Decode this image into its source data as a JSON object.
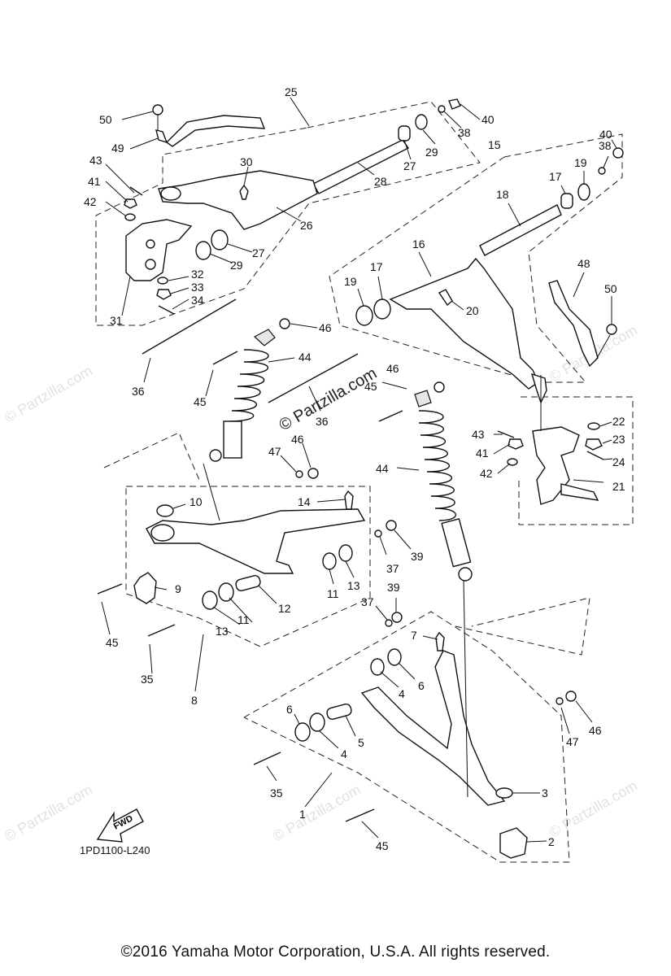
{
  "watermark": "© Partzilla.com",
  "fwd_label": "FWD",
  "diagram_code": "1PD1100-L240",
  "copyright": "©2016  Yamaha Motor Corporation, U.S.A. All rights reserved.",
  "callouts": [
    {
      "id": "c-25",
      "text": "25"
    },
    {
      "id": "c-50a",
      "text": "50"
    },
    {
      "id": "c-49",
      "text": "49"
    },
    {
      "id": "c-40a",
      "text": "40"
    },
    {
      "id": "c-38a",
      "text": "38"
    },
    {
      "id": "c-29a",
      "text": "29"
    },
    {
      "id": "c-27a",
      "text": "27"
    },
    {
      "id": "c-28",
      "text": "28"
    },
    {
      "id": "c-30",
      "text": "30"
    },
    {
      "id": "c-43a",
      "text": "43"
    },
    {
      "id": "c-41a",
      "text": "41"
    },
    {
      "id": "c-42a",
      "text": "42"
    },
    {
      "id": "c-26",
      "text": "26"
    },
    {
      "id": "c-27b",
      "text": "27"
    },
    {
      "id": "c-29b",
      "text": "29"
    },
    {
      "id": "c-32",
      "text": "32"
    },
    {
      "id": "c-33",
      "text": "33"
    },
    {
      "id": "c-34",
      "text": "34"
    },
    {
      "id": "c-31",
      "text": "31"
    },
    {
      "id": "c-40b",
      "text": "40"
    },
    {
      "id": "c-38b",
      "text": "38"
    },
    {
      "id": "c-15",
      "text": "15"
    },
    {
      "id": "c-19a",
      "text": "19"
    },
    {
      "id": "c-17a",
      "text": "17"
    },
    {
      "id": "c-18",
      "text": "18"
    },
    {
      "id": "c-16",
      "text": "16"
    },
    {
      "id": "c-17b",
      "text": "17"
    },
    {
      "id": "c-19b",
      "text": "19"
    },
    {
      "id": "c-20",
      "text": "20"
    },
    {
      "id": "c-48",
      "text": "48"
    },
    {
      "id": "c-50b",
      "text": "50"
    },
    {
      "id": "c-46a",
      "text": "46"
    },
    {
      "id": "c-44a",
      "text": "44"
    },
    {
      "id": "c-36a",
      "text": "36"
    },
    {
      "id": "c-45a",
      "text": "45"
    },
    {
      "id": "c-36b",
      "text": "36"
    },
    {
      "id": "c-46b",
      "text": "46"
    },
    {
      "id": "c-45b",
      "text": "45"
    },
    {
      "id": "c-22",
      "text": "22"
    },
    {
      "id": "c-43b",
      "text": "43"
    },
    {
      "id": "c-23",
      "text": "23"
    },
    {
      "id": "c-41b",
      "text": "41"
    },
    {
      "id": "c-24",
      "text": "24"
    },
    {
      "id": "c-42b",
      "text": "42"
    },
    {
      "id": "c-21",
      "text": "21"
    },
    {
      "id": "c-47a",
      "text": "47"
    },
    {
      "id": "c-46c",
      "text": "46"
    },
    {
      "id": "c-44b",
      "text": "44"
    },
    {
      "id": "c-10",
      "text": "10"
    },
    {
      "id": "c-14",
      "text": "14"
    },
    {
      "id": "c-37a",
      "text": "37"
    },
    {
      "id": "c-39a",
      "text": "39"
    },
    {
      "id": "c-11a",
      "text": "11"
    },
    {
      "id": "c-13a",
      "text": "13"
    },
    {
      "id": "c-9",
      "text": "9"
    },
    {
      "id": "c-12",
      "text": "12"
    },
    {
      "id": "c-13b",
      "text": "13"
    },
    {
      "id": "c-11b",
      "text": "11"
    },
    {
      "id": "c-39b",
      "text": "39"
    },
    {
      "id": "c-37b",
      "text": "37"
    },
    {
      "id": "c-45c",
      "text": "45"
    },
    {
      "id": "c-35a",
      "text": "35"
    },
    {
      "id": "c-8",
      "text": "8"
    },
    {
      "id": "c-7",
      "text": "7"
    },
    {
      "id": "c-6a",
      "text": "6"
    },
    {
      "id": "c-4a",
      "text": "4"
    },
    {
      "id": "c-6b",
      "text": "6"
    },
    {
      "id": "c-5",
      "text": "5"
    },
    {
      "id": "c-4b",
      "text": "4"
    },
    {
      "id": "c-46d",
      "text": "46"
    },
    {
      "id": "c-47b",
      "text": "47"
    },
    {
      "id": "c-35b",
      "text": "35"
    },
    {
      "id": "c-1",
      "text": "1"
    },
    {
      "id": "c-3",
      "text": "3"
    },
    {
      "id": "c-45d",
      "text": "45"
    },
    {
      "id": "c-2",
      "text": "2"
    }
  ]
}
